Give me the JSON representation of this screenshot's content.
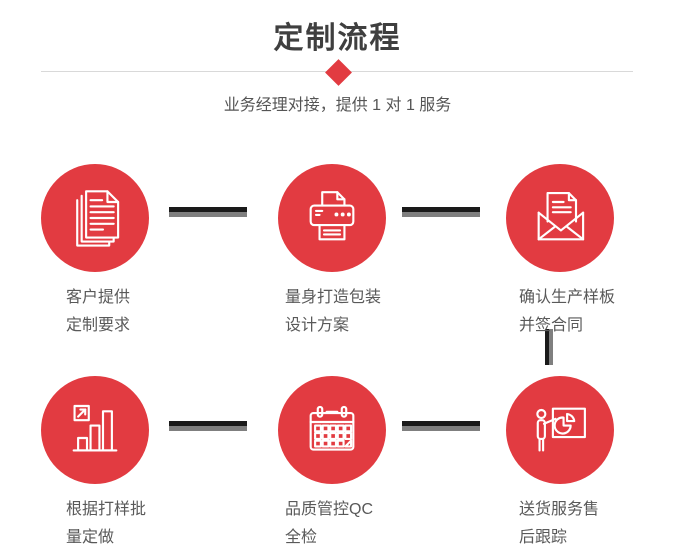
{
  "header": {
    "title": "定制流程",
    "subtitle": "业务经理对接，提供 1 对 1 服务"
  },
  "steps": [
    {
      "id": 1,
      "icon": "documents-icon",
      "line1": "客户提供",
      "line2": "定制要求"
    },
    {
      "id": 2,
      "icon": "printer-icon",
      "line1": "量身打造包装",
      "line2": "设计方案"
    },
    {
      "id": 3,
      "icon": "envelope-icon",
      "line1": "确认生产样板",
      "line2": "并签合同"
    },
    {
      "id": 4,
      "icon": "bar-chart-icon",
      "line1": "根据打样批",
      "line2": "量定做"
    },
    {
      "id": 5,
      "icon": "calendar-icon",
      "line1": "品质管控QC",
      "line2": "全检"
    },
    {
      "id": 6,
      "icon": "presenter-icon",
      "line1": "送货服务售",
      "line2": "后跟踪"
    }
  ],
  "colors": {
    "accent": "#e23b41",
    "title": "#3f3f3f",
    "text": "#595959",
    "divider_line": "#d9d9d9",
    "connector_dark": "#1a1a1a",
    "connector_gray": "#7f7f7f"
  }
}
